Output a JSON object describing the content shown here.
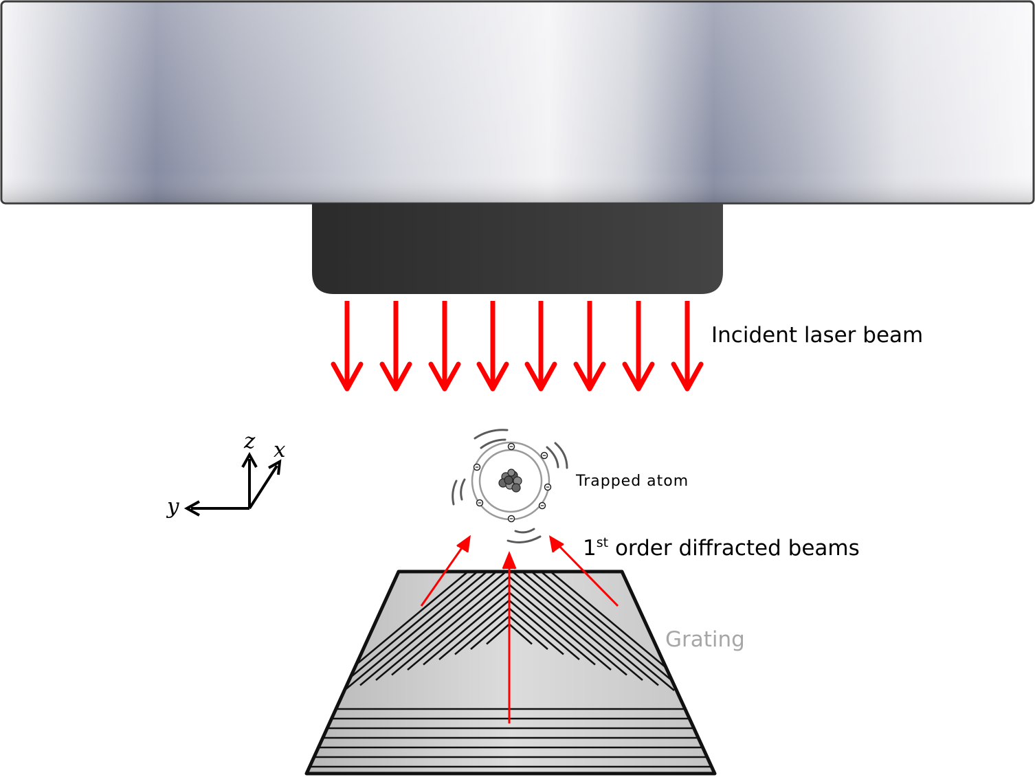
{
  "labels": {
    "incident_beam": "Incident laser beam",
    "trapped_atom": "Trapped atom",
    "diffracted_prefix": "1",
    "diffracted_superscript": "st",
    "diffracted_suffix": " order diffracted beams",
    "grating": "Grating"
  },
  "axes": {
    "z": "z",
    "x": "x",
    "y": "y"
  },
  "colors": {
    "beam": "#ff0000",
    "grating_label": "#a6a6a6",
    "source_housing": "#303030",
    "bar_dark": "#8b91a6",
    "bar_light": "#f5f5f7"
  }
}
